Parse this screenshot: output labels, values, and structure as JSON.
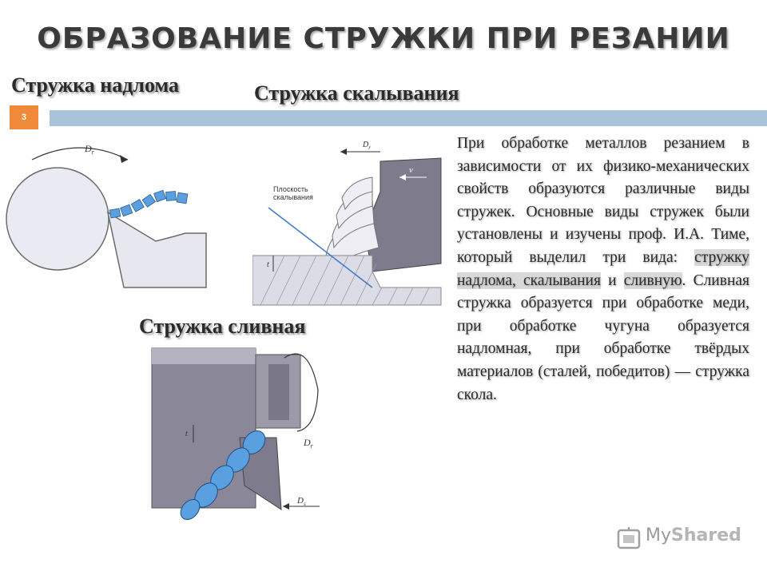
{
  "title": "ОБРАЗОВАНИЕ СТРУЖКИ ПРИ РЕЗАНИИ",
  "headings": {
    "fracture": "Стружка надлома",
    "shear": "Стружка скалывания",
    "continuous": "Стружка сливная"
  },
  "slide_number": "3",
  "body": {
    "part1": "При обработке металлов резанием в зависимости от их физико-механических свойств образуются различные виды стружек. Основные виды стружек были установлены и изучены проф. И.А. Тиме, который выделил три вида: ",
    "highlight1": "стружку надлома, скалывания",
    "part2": " и ",
    "highlight2": "сливную",
    "part3": ". Сливная стружка образуется при обработке меди, при обработке чугуна образуется надломная, при обработке твёрдых материалов (сталей, победитов) — стружка скола."
  },
  "figure_labels": {
    "dr": "D",
    "dr_sub": "r",
    "v": "v",
    "plane": "Плоскость",
    "plane2": "скалывания",
    "t": "t",
    "ds_sub": "s"
  },
  "logo": {
    "brand_a": "My",
    "brand_b": "Shared"
  },
  "colors": {
    "title": "#3a3a3a",
    "rule": "#a9c3d9",
    "badge": "#f08a3a",
    "chip": "#5aa0e0",
    "metal": "#7d7b8c"
  }
}
